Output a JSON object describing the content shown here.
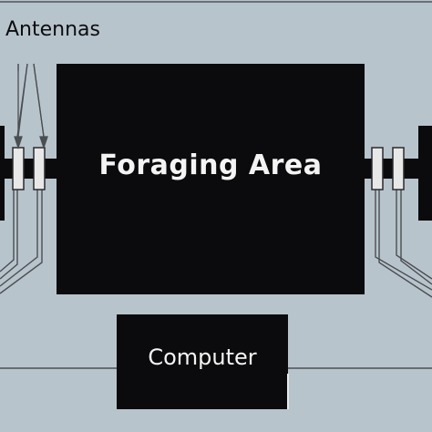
{
  "labels": {
    "antennas": "Antennas",
    "foraging_area": "Foraging Area",
    "computer": "Computer"
  },
  "colors": {
    "background": "#b8c4cc",
    "block": "#0b0b0d",
    "antenna_fill": "#e8e8e8",
    "wire": "#4a4e52",
    "text_light": "#f4f4f4",
    "text_dark": "#0d0d10"
  }
}
